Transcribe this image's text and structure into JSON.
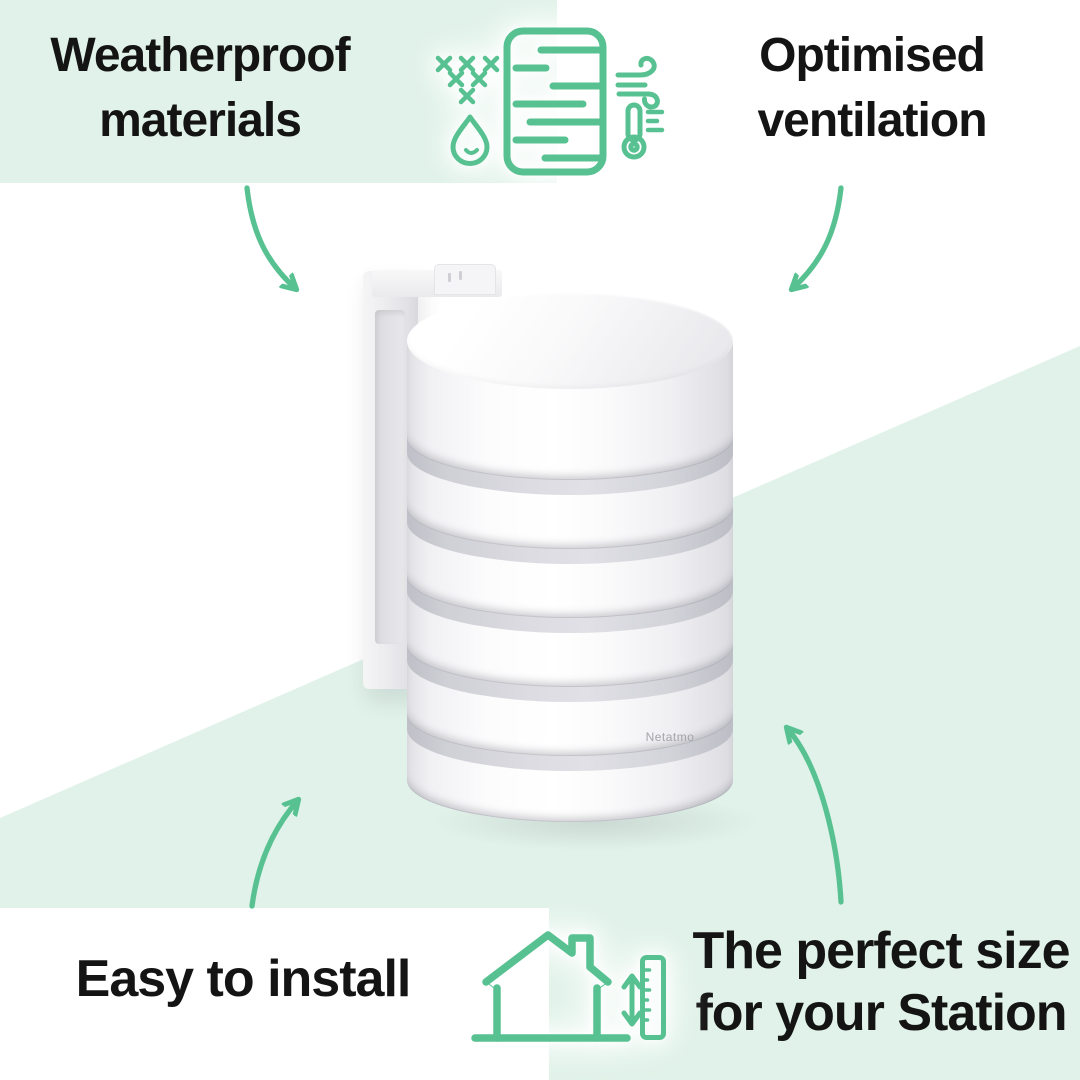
{
  "colors": {
    "accent_green": "#58c191",
    "mint": "#e0f2e9",
    "heading_text": "#141414",
    "brand_gray": "#a4a4aa"
  },
  "headings": {
    "top_left": {
      "line1": "Weatherproof",
      "line2": "materials"
    },
    "top_right": {
      "line1": "Optimised",
      "line2": "ventilation"
    },
    "bottom_left": {
      "line1": "Easy to install"
    },
    "bottom_right": {
      "line1": "The perfect size",
      "line2": "for your Station"
    }
  },
  "product": {
    "brand_label": "Netatmo"
  },
  "icons": {
    "top_group": [
      "snowflakes-icon",
      "raindrop-icon",
      "shelter-cylinder-icon",
      "wind-icon",
      "thermometer-icon"
    ],
    "bottom_group": [
      "house-icon",
      "vertical-resize-icon",
      "ruler-icon"
    ],
    "arrows": [
      "curved-arrow-top-left",
      "curved-arrow-top-right",
      "curved-arrow-bottom-left",
      "curved-arrow-bottom-right"
    ]
  }
}
